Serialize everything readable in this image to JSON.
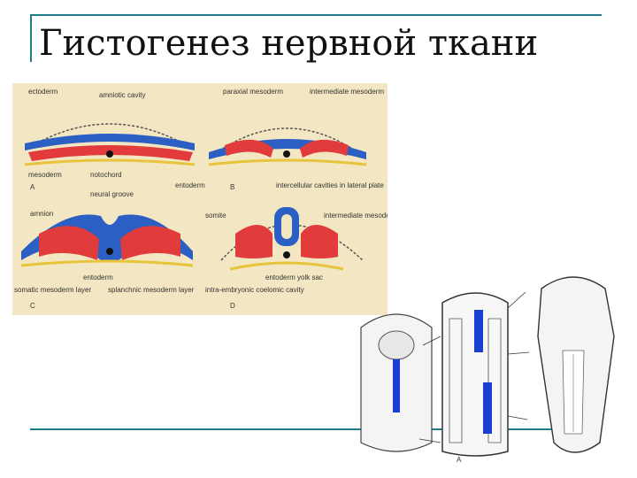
{
  "slide": {
    "title": "Гистогенез нервной ткани"
  },
  "panel_labels": {
    "a_ectoderm": "ectoderm",
    "a_amniotic": "amniotic cavity",
    "a_mesoderm": "mesoderm",
    "a_notochord": "notochord",
    "a_letter": "A",
    "b_paraxial": "paraxial mesoderm",
    "b_intermediate": "intermediate mesoderm",
    "b_entoderm": "entoderm",
    "b_intercell": "intercellular cavities in lateral plate",
    "b_letter": "B",
    "c_neural_groove": "neural groove",
    "c_amnion": "amnion",
    "c_entoderm": "entoderm",
    "c_somatic": "somatic mesoderm layer",
    "c_splanchnic": "splanchnic mesoderm layer",
    "c_letter": "C",
    "d_somite": "somite",
    "d_intermediate": "intermediate mesoderm",
    "d_entoderm_yolk": "entoderm yolk sac",
    "d_intra": "intra-embryonic coelomic cavity",
    "d_letter": "D",
    "sketch_letter": "A"
  },
  "colors": {
    "ectoderm_blue": "#2b5fc4",
    "mesoderm_red": "#e23b3b",
    "entoderm_yellow": "#e8c43a",
    "panel_beige": "#f3e6c2",
    "rule_teal": "#1f7c8a"
  },
  "icons": [
    "embryo-cross-section-a",
    "embryo-cross-section-b",
    "embryo-cross-section-c",
    "embryo-cross-section-d",
    "embryo-dorsal-sketches"
  ]
}
